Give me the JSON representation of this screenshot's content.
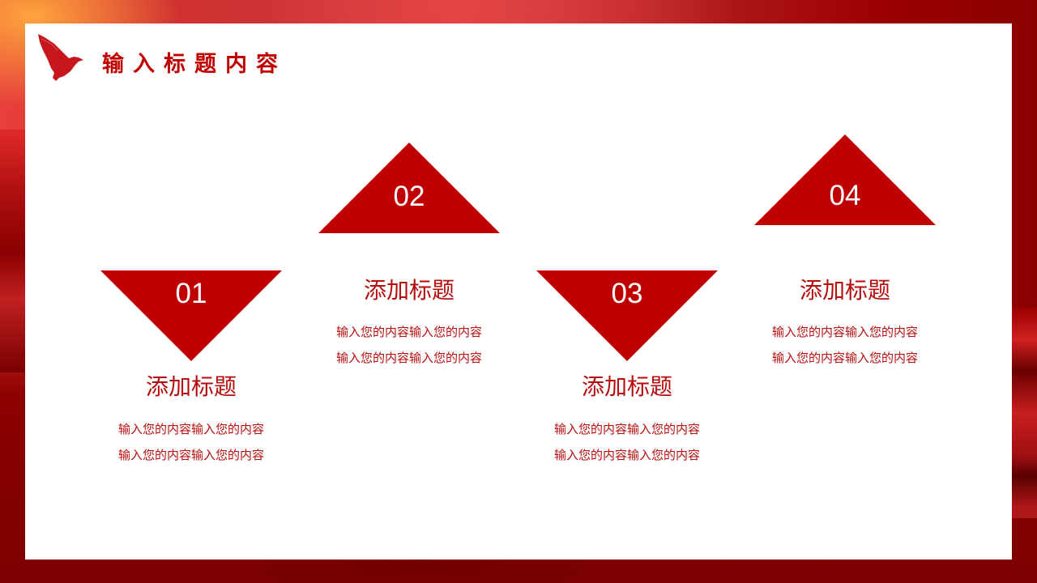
{
  "header": {
    "logo_icon": "dove-icon",
    "title": "输入标题内容"
  },
  "colors": {
    "accent": "#c00000",
    "text_red": "#b50d0d",
    "panel": "#ffffff",
    "background": "#9a0000"
  },
  "items": [
    {
      "number": "01",
      "direction": "down",
      "title": "添加标题",
      "lines": [
        "输入您的内容输入您的内容",
        "输入您的内容输入您的内容"
      ]
    },
    {
      "number": "02",
      "direction": "up",
      "title": "添加标题",
      "lines": [
        "输入您的内容输入您的内容",
        "输入您的内容输入您的内容"
      ]
    },
    {
      "number": "03",
      "direction": "down",
      "title": "添加标题",
      "lines": [
        "输入您的内容输入您的内容",
        "输入您的内容输入您的内容"
      ]
    },
    {
      "number": "04",
      "direction": "up",
      "title": "添加标题",
      "lines": [
        "输入您的内容输入您的内容",
        "输入您的内容输入您的内容"
      ]
    }
  ]
}
